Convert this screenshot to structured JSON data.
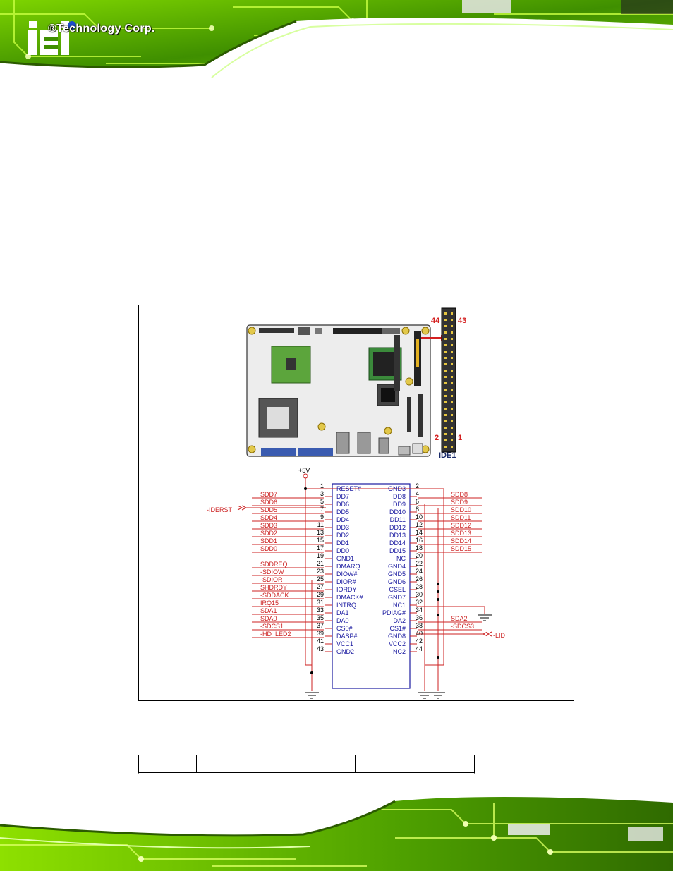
{
  "header": {
    "logo_text": "®Technology Corp."
  },
  "board_figure": {
    "connector_label": "IDE1",
    "pin_top_left": "44",
    "pin_top_right": "43",
    "pin_bottom_left": "2",
    "pin_bottom_right": "1"
  },
  "schematic": {
    "power_label": "+5V",
    "left_input": "-IDERST",
    "right_input": "-LID",
    "nc_label": "NC",
    "left_pins": [
      {
        "num": "1",
        "name": "RESET#",
        "signal": ""
      },
      {
        "num": "3",
        "name": "DD7",
        "signal": "SDD7"
      },
      {
        "num": "5",
        "name": "DD6",
        "signal": "SDD6"
      },
      {
        "num": "7",
        "name": "DD5",
        "signal": "SDD5"
      },
      {
        "num": "9",
        "name": "DD4",
        "signal": "SDD4"
      },
      {
        "num": "11",
        "name": "DD3",
        "signal": "SDD3"
      },
      {
        "num": "13",
        "name": "DD2",
        "signal": "SDD2"
      },
      {
        "num": "15",
        "name": "DD1",
        "signal": "SDD1"
      },
      {
        "num": "17",
        "name": "DD0",
        "signal": "SDD0"
      },
      {
        "num": "19",
        "name": "GND1",
        "signal": ""
      },
      {
        "num": "21",
        "name": "DMARQ",
        "signal": "SDDREQ"
      },
      {
        "num": "23",
        "name": "DIOW#",
        "signal": "-SDIOW"
      },
      {
        "num": "25",
        "name": "DIOR#",
        "signal": "-SDIOR"
      },
      {
        "num": "27",
        "name": "IORDY",
        "signal": "SHDRDY"
      },
      {
        "num": "29",
        "name": "DMACK#",
        "signal": "-SDDACK"
      },
      {
        "num": "31",
        "name": "INTRQ",
        "signal": "IRQ15"
      },
      {
        "num": "33",
        "name": "DA1",
        "signal": "SDA1"
      },
      {
        "num": "35",
        "name": "DA0",
        "signal": "SDA0"
      },
      {
        "num": "37",
        "name": "CS0#",
        "signal": "-SDCS1"
      },
      {
        "num": "39",
        "name": "DASP#",
        "signal": "-HD_LED2"
      },
      {
        "num": "41",
        "name": "VCC1",
        "signal": ""
      },
      {
        "num": "43",
        "name": "GND2",
        "signal": ""
      }
    ],
    "right_pins": [
      {
        "num": "2",
        "name": "GND3",
        "signal": ""
      },
      {
        "num": "4",
        "name": "DD8",
        "signal": "SDD8"
      },
      {
        "num": "6",
        "name": "DD9",
        "signal": "SDD9"
      },
      {
        "num": "8",
        "name": "DD10",
        "signal": "SDD10"
      },
      {
        "num": "10",
        "name": "DD11",
        "signal": "SDD11"
      },
      {
        "num": "12",
        "name": "DD12",
        "signal": "SDD12"
      },
      {
        "num": "14",
        "name": "DD13",
        "signal": "SDD13"
      },
      {
        "num": "16",
        "name": "DD14",
        "signal": "SDD14"
      },
      {
        "num": "18",
        "name": "DD15",
        "signal": "SDD15"
      },
      {
        "num": "20",
        "name": "",
        "signal": ""
      },
      {
        "num": "22",
        "name": "GND4",
        "signal": ""
      },
      {
        "num": "24",
        "name": "GND5",
        "signal": ""
      },
      {
        "num": "26",
        "name": "GND6",
        "signal": ""
      },
      {
        "num": "28",
        "name": "CSEL",
        "signal": ""
      },
      {
        "num": "30",
        "name": "GND7",
        "signal": ""
      },
      {
        "num": "32",
        "name": "NC1",
        "signal": ""
      },
      {
        "num": "34",
        "name": "PDIAG#",
        "signal": ""
      },
      {
        "num": "36",
        "name": "DA2",
        "signal": "SDA2"
      },
      {
        "num": "38",
        "name": "CS1#",
        "signal": "-SDCS3"
      },
      {
        "num": "40",
        "name": "GND8",
        "signal": ""
      },
      {
        "num": "42",
        "name": "VCC2",
        "signal": ""
      },
      {
        "num": "44",
        "name": "NC2",
        "signal": ""
      }
    ]
  },
  "colors": {
    "green_light": "#b8f000",
    "green_mid": "#5fae00",
    "green_dark": "#1d4a00",
    "schematic_red": "#cc2222",
    "schematic_blue": "#1a1aa0",
    "callout_red": "#d42020",
    "label_navy": "#1a2b6b"
  }
}
